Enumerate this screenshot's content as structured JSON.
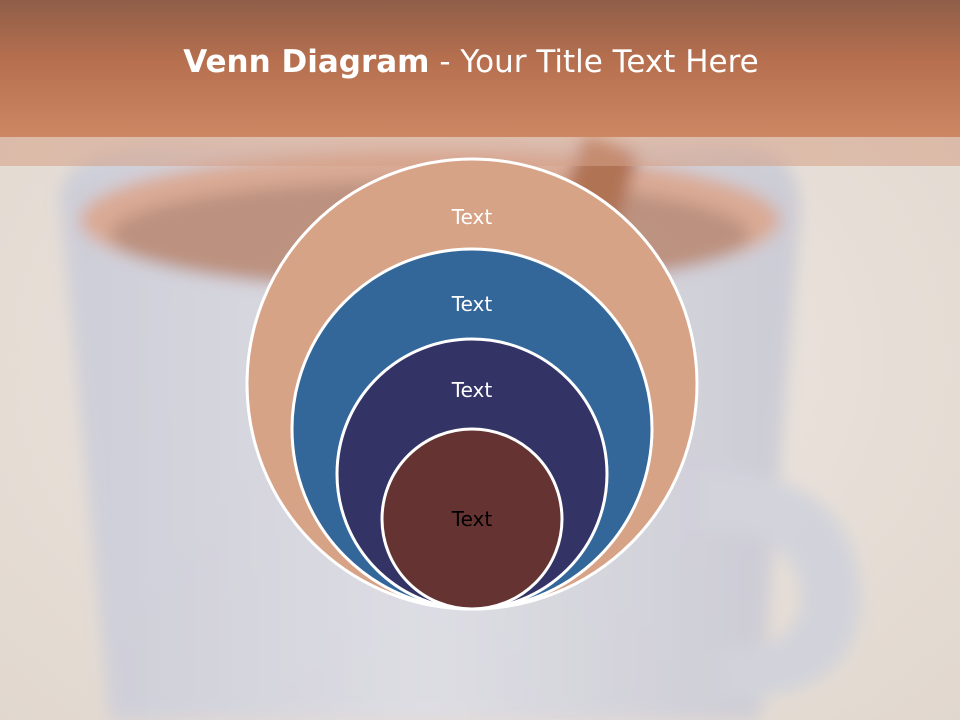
{
  "slide": {
    "title_bold": "Venn Diagram",
    "title_rest": " - Your Title Text Here"
  },
  "diagram": {
    "rings": [
      {
        "label": "Text",
        "fill": "#d7a387",
        "text_color": "#ffffff"
      },
      {
        "label": "Text",
        "fill": "#336699",
        "text_color": "#ffffff"
      },
      {
        "label": "Text",
        "fill": "#333366",
        "text_color": "#ffffff"
      },
      {
        "label": "Text",
        "fill": "#663333",
        "text_color": "#000000"
      }
    ]
  },
  "colors": {
    "header": "#c17b58",
    "ring_stroke": "#ffffff"
  }
}
